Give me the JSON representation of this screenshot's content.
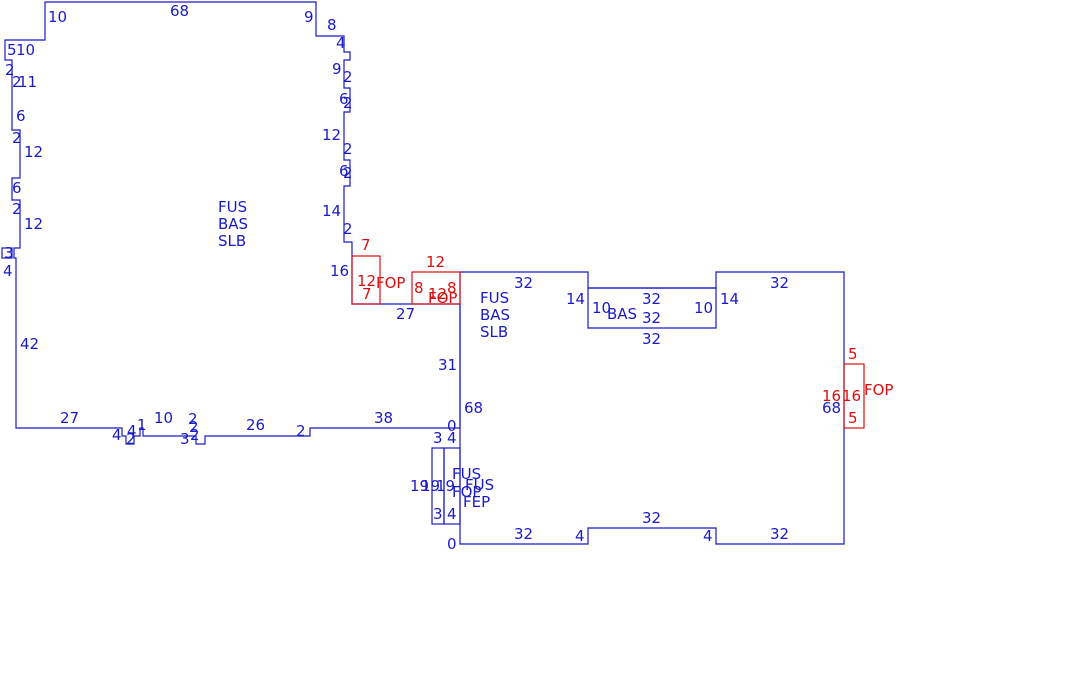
{
  "colors": {
    "primary": "#1a1ac8",
    "accent": "#d81010",
    "background": "#ffffff"
  },
  "shapes": {
    "fus_bas_slb_main": {
      "labels": [
        "FUS",
        "BAS",
        "SLB"
      ],
      "dims": [
        "10",
        "68",
        "9",
        "8",
        "4",
        "9",
        "2",
        "6",
        "2",
        "12",
        "2",
        "6",
        "2",
        "14",
        "2",
        "16",
        "27",
        "31",
        "38",
        "2",
        "26",
        "2",
        "3",
        "2",
        "2",
        "10",
        "1",
        "4",
        "2",
        "4",
        "27",
        "42",
        "4",
        "3",
        "12",
        "2",
        "6",
        "2",
        "12",
        "2",
        "6",
        "11",
        "2",
        "10",
        "5"
      ]
    },
    "fus_bas_slb_right": {
      "labels": [
        "FUS",
        "BAS",
        "SLB"
      ],
      "dims": [
        "32",
        "14",
        "10",
        "32",
        "32",
        "10",
        "14",
        "32",
        "68",
        "32",
        "4",
        "32",
        "4",
        "32",
        "0",
        "4",
        "3",
        "0",
        "68"
      ]
    },
    "bas_recess": {
      "labels": [
        "BAS"
      ],
      "dims": [
        "32"
      ]
    },
    "fop_left": {
      "labels": [
        "FOP"
      ],
      "dims": [
        "7",
        "12",
        "7"
      ]
    },
    "fop_mid": {
      "labels": [
        "FOP"
      ],
      "dims": [
        "12",
        "8",
        "12",
        "8"
      ]
    },
    "fop_right": {
      "labels": [
        "FOP"
      ],
      "dims": [
        "5",
        "16",
        "16",
        "5"
      ]
    },
    "fus_fop_fep": {
      "labels": [
        "FUS",
        "FUS",
        "FOP",
        "FEP"
      ],
      "dims": [
        "19",
        "19",
        "19",
        "3",
        "4"
      ]
    }
  }
}
